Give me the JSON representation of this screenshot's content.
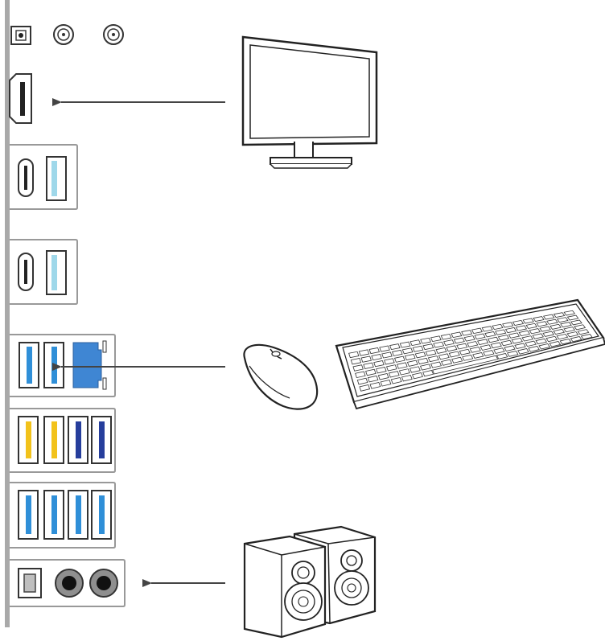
{
  "diagram": {
    "description_items": [],
    "io_panel": {
      "ports": [
        {
          "name": "bios-flashback-button",
          "icon": "square-button-icon"
        },
        {
          "name": "wifi-antenna-connector-1",
          "icon": "antenna-connector-icon"
        },
        {
          "name": "wifi-antenna-connector-2",
          "icon": "antenna-connector-icon"
        },
        {
          "name": "hdmi-port",
          "icon": "hdmi-icon"
        },
        {
          "name": "usb-c-and-usb-a-group-1",
          "icon": "usb-group-icon"
        },
        {
          "name": "usb-c-and-usb-a-group-2",
          "icon": "usb-group-icon"
        },
        {
          "name": "usb-and-lan-group",
          "icon": "usb-lan-icon"
        },
        {
          "name": "usb-group-yellow-blue",
          "icon": "usb-group-icon"
        },
        {
          "name": "usb-group-blue",
          "icon": "usb-group-icon"
        },
        {
          "name": "audio-group",
          "icon": "audio-jack-icon"
        }
      ]
    },
    "colors": {
      "line": "#333333",
      "panel_gray": "#a9a9a9",
      "usb_light_blue": "#9fd8ea",
      "usb_blue": "#2f8fd8",
      "usb_dark_blue": "#263e9c",
      "usb_yellow": "#f2c21b",
      "lan_blue": "#3f86d3",
      "arrow": "#444444"
    },
    "devices": [
      {
        "name": "monitor",
        "icon": "monitor-icon"
      },
      {
        "name": "mouse",
        "icon": "mouse-icon"
      },
      {
        "name": "keyboard",
        "icon": "keyboard-icon"
      },
      {
        "name": "speakers",
        "icon": "speakers-icon"
      }
    ]
  }
}
